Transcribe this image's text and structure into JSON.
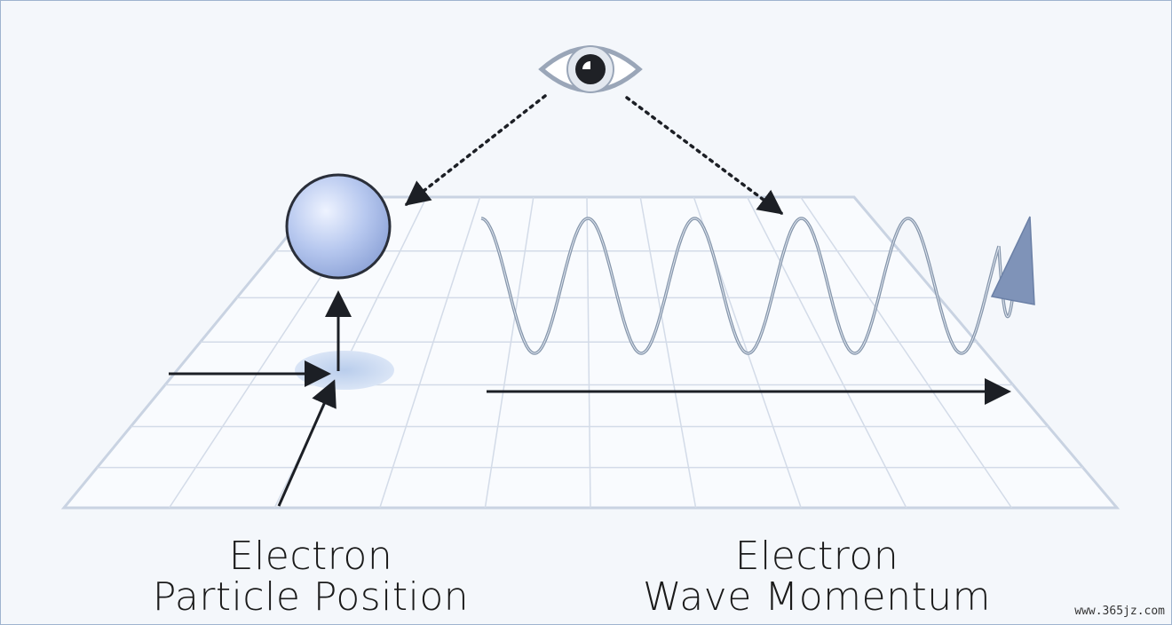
{
  "captions": {
    "left": {
      "line1": "Electron",
      "line2": "Particle Position"
    },
    "right": {
      "line1": "Electron",
      "line2": "Wave Momentum"
    }
  },
  "watermark": "www.365jz.com",
  "icons": {
    "observer": "eye-icon",
    "particle": "sphere-icon"
  },
  "colors": {
    "background": "#f4f7fb",
    "grid_line": "#c9d3e2",
    "plane_fill": "#f9fbfe",
    "wave_stroke": "#8696ab",
    "wave_arrow": "#7f93b8",
    "sphere_fill": "#b7c8ef",
    "sphere_outline": "#2a2f3a",
    "arrow": "#1c1f25",
    "shadow": "#c7d6ef"
  }
}
